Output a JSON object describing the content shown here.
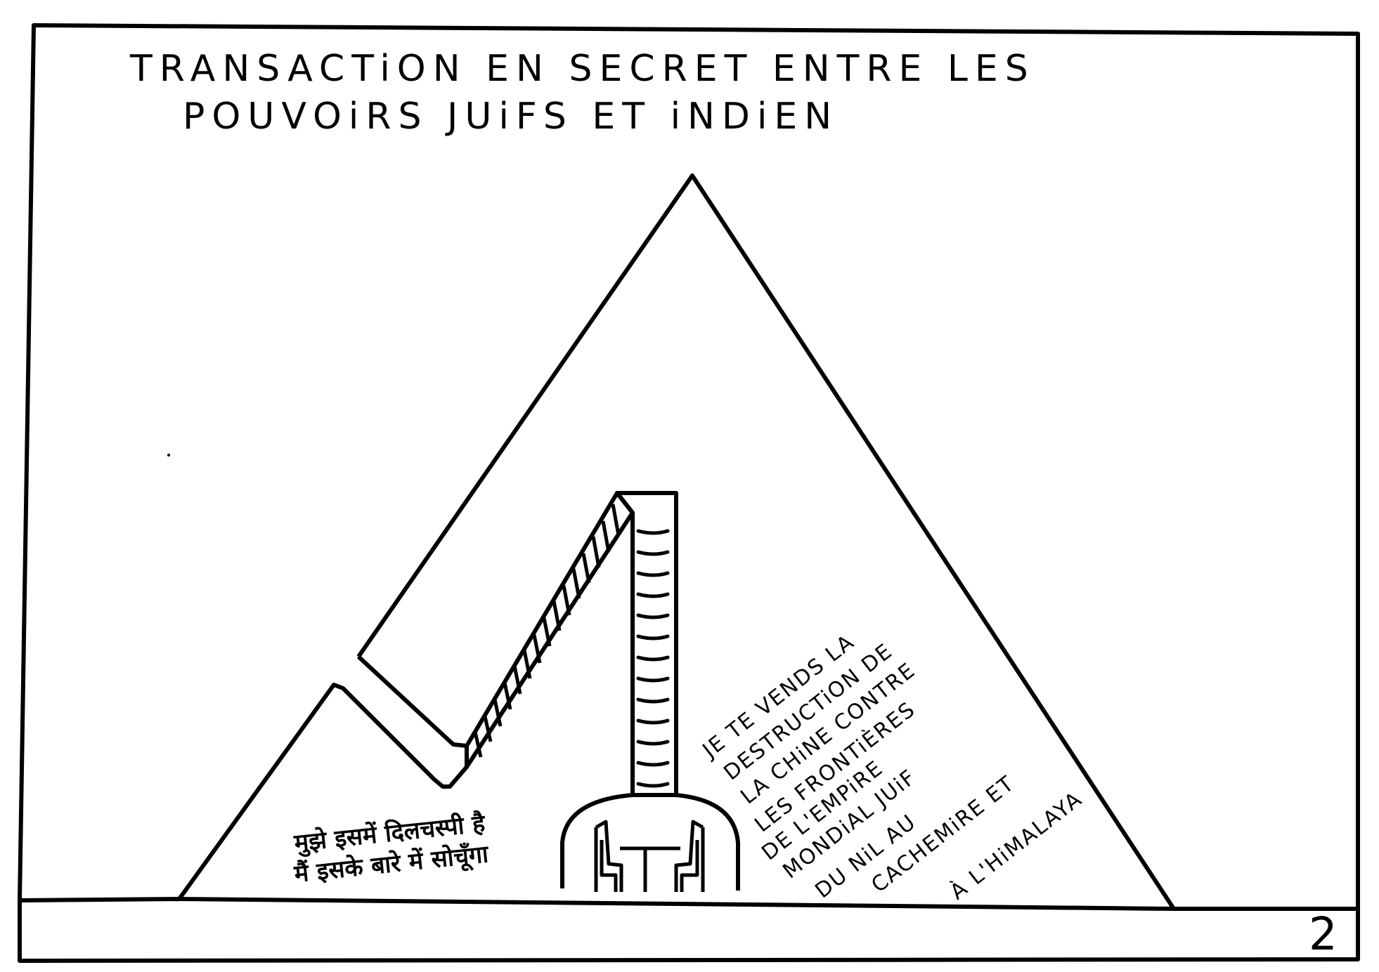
{
  "title": {
    "line1": "TRANSACTiON   EN   SECRET   ENTRE   LES",
    "line2": "POUVOiRS   JUiFS   ET   iNDiEN"
  },
  "speech_hindi": {
    "line1": "मुझे इसमें दिलचस्पी है",
    "line2": "मैं इसके बारे में सोचूँगा"
  },
  "speech_french": [
    "JE TE VENDS LA",
    "DESTRUCTiON DE",
    "LA CHiNE CONTRE",
    "LES FRONTiÈRES",
    "DE L'EMPiRE",
    "MONDiAL JUiF",
    "DU NiL AU",
    "CACHEMiRE ET",
    "À L'HiMALAYA"
  ],
  "page_number": "2",
  "colors": {
    "ink": "#000000",
    "paper": "#ffffff"
  }
}
